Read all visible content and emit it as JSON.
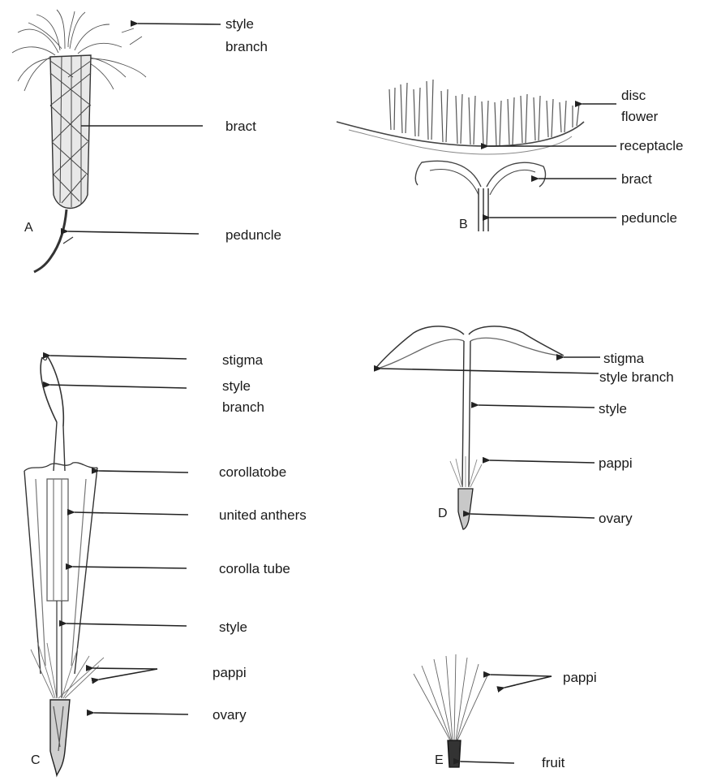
{
  "panels": {
    "A": {
      "letter": "A",
      "labels": {
        "style_branch_1": "style",
        "style_branch_2": "branch",
        "bract": "bract",
        "peduncle": "peduncle"
      }
    },
    "B": {
      "letter": "B",
      "labels": {
        "disc_flower_1": "disc",
        "disc_flower_2": "flower",
        "receptacle": "receptacle",
        "bract": "bract",
        "peduncle": "peduncle"
      }
    },
    "C": {
      "letter": "C",
      "labels": {
        "stigma": "stigma",
        "style_branch_1": "style",
        "style_branch_2": "branch",
        "corollatobe": "corollatobe",
        "united_anthers": "united anthers",
        "corolla_tube": "corolla tube",
        "style": "style",
        "pappi": "pappi",
        "ovary": "ovary"
      }
    },
    "D": {
      "letter": "D",
      "labels": {
        "stigma": "stigma",
        "style_branch": "style branch",
        "style": "style",
        "pappi": "pappi",
        "ovary": "ovary"
      }
    },
    "E": {
      "letter": "E",
      "labels": {
        "pappi": "pappi",
        "fruit": "fruit"
      }
    }
  }
}
